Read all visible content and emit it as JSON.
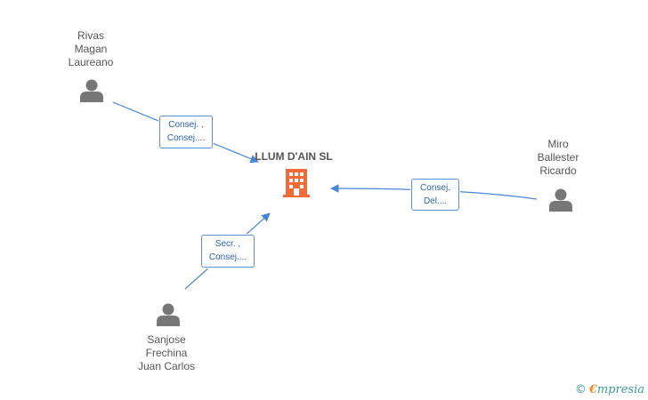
{
  "company": {
    "name": "LLUM D'AIN SL",
    "icon": "building-icon",
    "color": "#f26a36"
  },
  "people": [
    {
      "id": "rivas",
      "lines": [
        "Rivas",
        "Magan",
        "Laureano"
      ],
      "icon": "person-icon"
    },
    {
      "id": "miro",
      "lines": [
        "Miro",
        "Ballester",
        "Ricardo"
      ],
      "icon": "person-icon"
    },
    {
      "id": "sanjose",
      "lines": [
        "Sanjose",
        "Frechina",
        "Juan Carlos"
      ],
      "icon": "person-icon"
    }
  ],
  "relations": [
    {
      "from": "rivas",
      "roles": [
        "Consej. ,",
        "Consej...."
      ]
    },
    {
      "from": "miro",
      "roles": [
        "Consej.",
        "Del...."
      ]
    },
    {
      "from": "sanjose",
      "roles": [
        "Secr. ,",
        "Consej...."
      ]
    }
  ],
  "footer": {
    "copyright": "©",
    "brand_initial": "€",
    "brand_rest": "mpresia"
  },
  "colors": {
    "edge": "#4a86d8",
    "person": "#777777",
    "label_text": "#2a63b6"
  }
}
